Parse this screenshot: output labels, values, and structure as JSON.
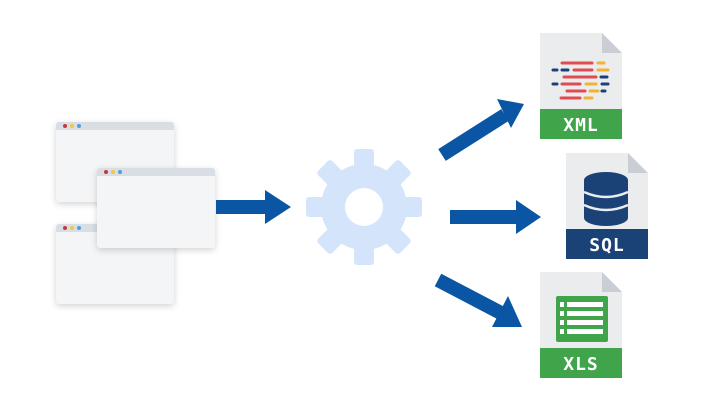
{
  "colors": {
    "window_bg": "#f4f5f6",
    "window_bar": "#d9dee5",
    "dot_red": "#c0393e",
    "dot_yellow": "#f2c744",
    "dot_blue": "#49a3d8",
    "arrow": "#0b56a4",
    "gear": "#d4e5fb",
    "xml_band": "#3fa44a",
    "sql_band": "#1b4277",
    "xls_band": "#3fa44a",
    "file_body": "#eaecee"
  },
  "icons": {
    "source_windows": "browser-window-icon",
    "process": "gear-icon",
    "xml": "xml-file-icon",
    "sql": "sql-file-icon",
    "xls": "xls-file-icon"
  },
  "outputs": {
    "xml_label": "XML",
    "sql_label": "SQL",
    "xls_label": "XLS"
  }
}
